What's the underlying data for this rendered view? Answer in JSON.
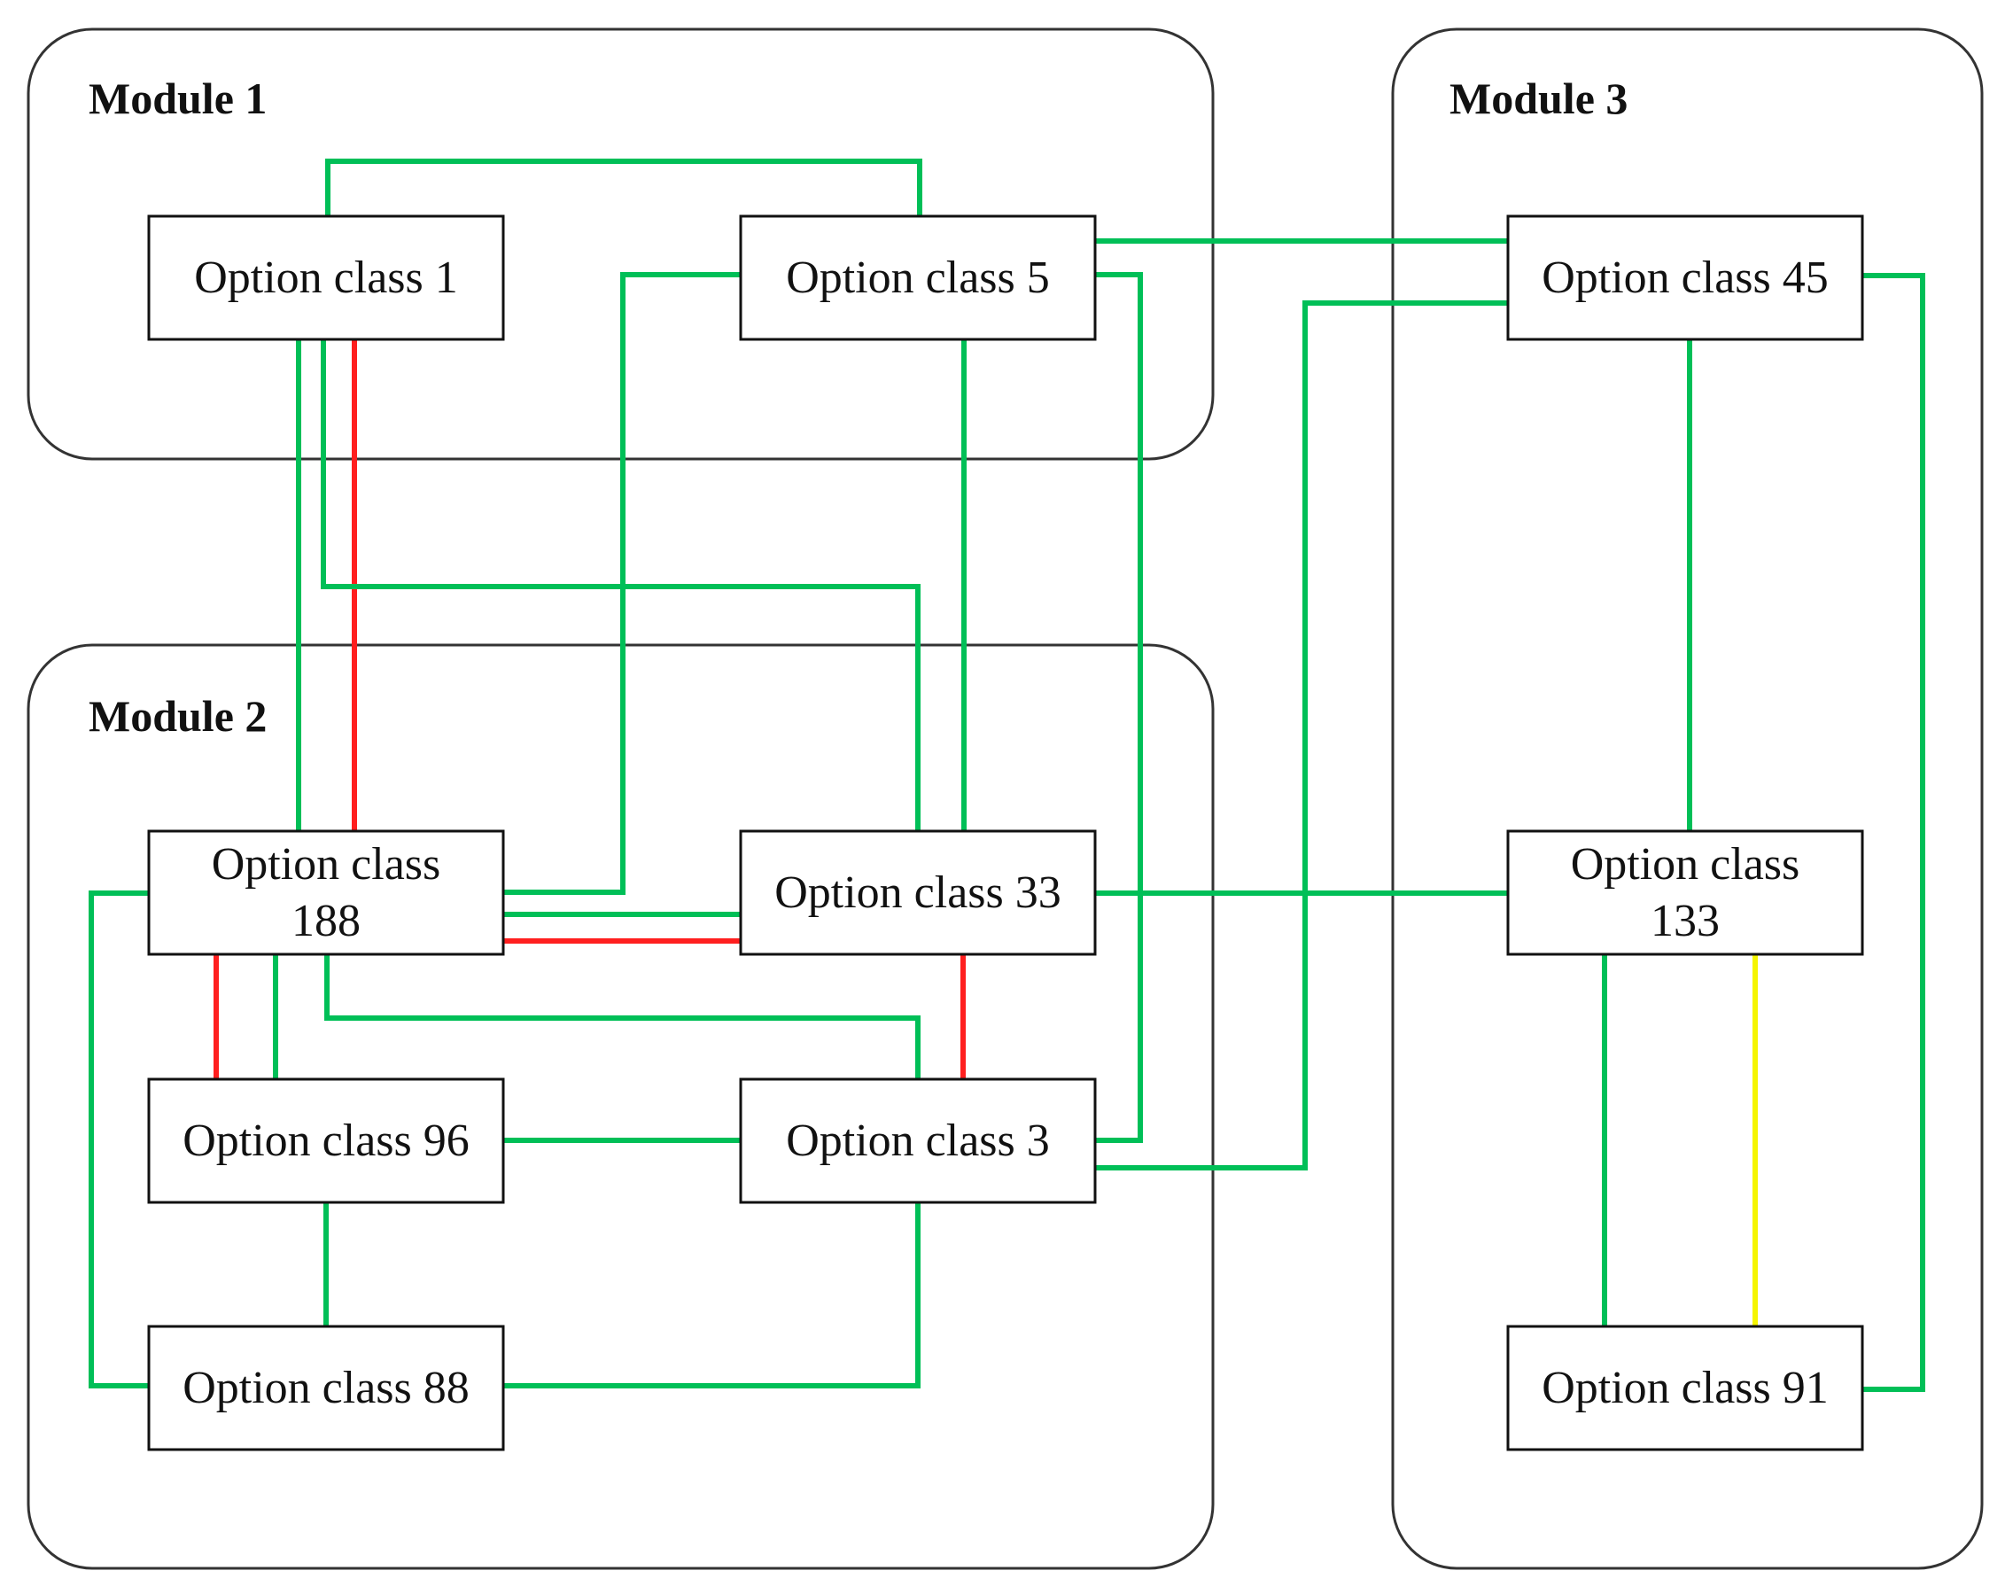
{
  "colors": {
    "green": "#00bf57",
    "red": "#ff1f1f",
    "yellow": "#f5f500",
    "border": "#111111"
  },
  "modules": [
    {
      "id": "m1",
      "label": "Module 1"
    },
    {
      "id": "m2",
      "label": "Module 2"
    },
    {
      "id": "m3",
      "label": "Module 3"
    }
  ],
  "nodes": [
    {
      "id": "oc1",
      "lines": [
        "Option class 1"
      ]
    },
    {
      "id": "oc5",
      "lines": [
        "Option class 5"
      ]
    },
    {
      "id": "oc45",
      "lines": [
        "Option class 45"
      ]
    },
    {
      "id": "oc188",
      "lines": [
        "Option class",
        "188"
      ]
    },
    {
      "id": "oc33",
      "lines": [
        "Option class 33"
      ]
    },
    {
      "id": "oc133",
      "lines": [
        "Option class",
        "133"
      ]
    },
    {
      "id": "oc96",
      "lines": [
        "Option class 96"
      ]
    },
    {
      "id": "oc3",
      "lines": [
        "Option class 3"
      ]
    },
    {
      "id": "oc88",
      "lines": [
        "Option class 88"
      ]
    },
    {
      "id": "oc91",
      "lines": [
        "Option class 91"
      ]
    }
  ],
  "edges": [
    {
      "from": "oc1",
      "to": "oc5",
      "color": "green"
    },
    {
      "from": "oc1",
      "to": "oc188",
      "color": "green"
    },
    {
      "from": "oc1",
      "to": "oc188",
      "color": "red"
    },
    {
      "from": "oc1",
      "to": "oc33",
      "color": "green"
    },
    {
      "from": "oc5",
      "to": "oc188",
      "color": "green"
    },
    {
      "from": "oc5",
      "to": "oc33",
      "color": "green"
    },
    {
      "from": "oc5",
      "to": "oc3",
      "color": "green"
    },
    {
      "from": "oc5",
      "to": "oc45",
      "color": "green"
    },
    {
      "from": "oc45",
      "to": "oc3",
      "color": "green"
    },
    {
      "from": "oc45",
      "to": "oc133",
      "color": "green"
    },
    {
      "from": "oc45",
      "to": "oc91",
      "color": "green"
    },
    {
      "from": "oc188",
      "to": "oc33",
      "color": "green"
    },
    {
      "from": "oc188",
      "to": "oc33",
      "color": "red"
    },
    {
      "from": "oc188",
      "to": "oc96",
      "color": "red"
    },
    {
      "from": "oc188",
      "to": "oc96",
      "color": "green"
    },
    {
      "from": "oc188",
      "to": "oc3",
      "color": "green"
    },
    {
      "from": "oc188",
      "to": "oc88",
      "color": "green"
    },
    {
      "from": "oc33",
      "to": "oc133",
      "color": "green"
    },
    {
      "from": "oc33",
      "to": "oc3",
      "color": "red"
    },
    {
      "from": "oc96",
      "to": "oc3",
      "color": "green"
    },
    {
      "from": "oc96",
      "to": "oc88",
      "color": "green"
    },
    {
      "from": "oc3",
      "to": "oc88",
      "color": "green"
    },
    {
      "from": "oc133",
      "to": "oc91",
      "color": "green"
    },
    {
      "from": "oc133",
      "to": "oc91",
      "color": "yellow"
    }
  ]
}
